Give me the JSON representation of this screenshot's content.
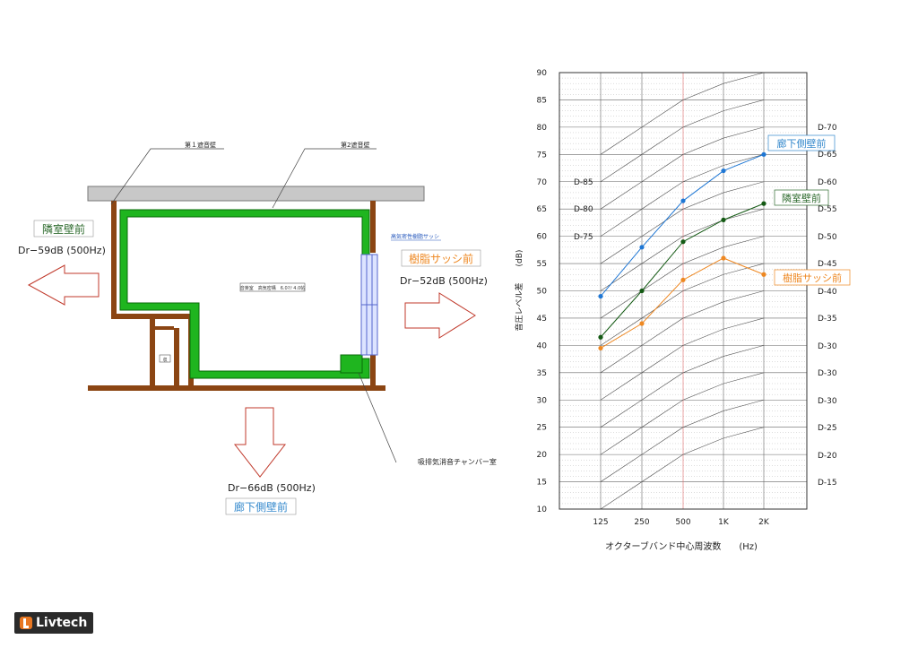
{
  "plan": {
    "wall1_label": "第１遮音壁",
    "wall2_label": "第2遮音壁",
    "sash_label": "高気密性樹脂サッシ",
    "room_label": "音楽室　高気密構　6.0ﾏﾂ 4.0帖",
    "small_label": "収",
    "chamber_label": "吸排気消音チャンバー室",
    "neighbor": {
      "title": "隣室壁前",
      "value": "Dr−59dB (500Hz)"
    },
    "sash": {
      "title": "樹脂サッシ前",
      "value": "Dr−52dB (500Hz)"
    },
    "corridor": {
      "title": "廊下側壁前",
      "value": "Dr−66dB (500Hz)"
    }
  },
  "chart_data": {
    "type": "line",
    "x": [
      "125",
      "250",
      "500",
      "1K",
      "2K"
    ],
    "xlabel": "オクターブバンド中心周波数　　(Hz)",
    "ylabel": "音圧レベル差　　(dB)",
    "ylim": [
      10,
      90
    ],
    "yticks": [
      10,
      15,
      20,
      25,
      30,
      35,
      40,
      45,
      50,
      55,
      60,
      65,
      70,
      75,
      80,
      85,
      90
    ],
    "grid": true,
    "series": [
      {
        "name": "廊下側壁前",
        "values": [
          49,
          58,
          66.5,
          72,
          75
        ],
        "color": "#1f77d4"
      },
      {
        "name": "隣室壁前",
        "values": [
          41.5,
          50,
          59,
          63,
          66
        ],
        "color": "#145a14"
      },
      {
        "name": "樹脂サッシ前",
        "values": [
          39.5,
          44,
          52,
          56,
          53
        ],
        "color": "#ee8822"
      }
    ],
    "d_curves_right": [
      "D-70",
      "D-65",
      "D-60",
      "D-55",
      "D-50",
      "D-45",
      "D-40",
      "D-35",
      "D-30",
      "D-30",
      "D-30",
      "D-25",
      "D-20",
      "D-15"
    ],
    "d_curves_left": [
      "D-85",
      "D-80",
      "D-75"
    ]
  },
  "logo": {
    "text": "Livtech"
  }
}
